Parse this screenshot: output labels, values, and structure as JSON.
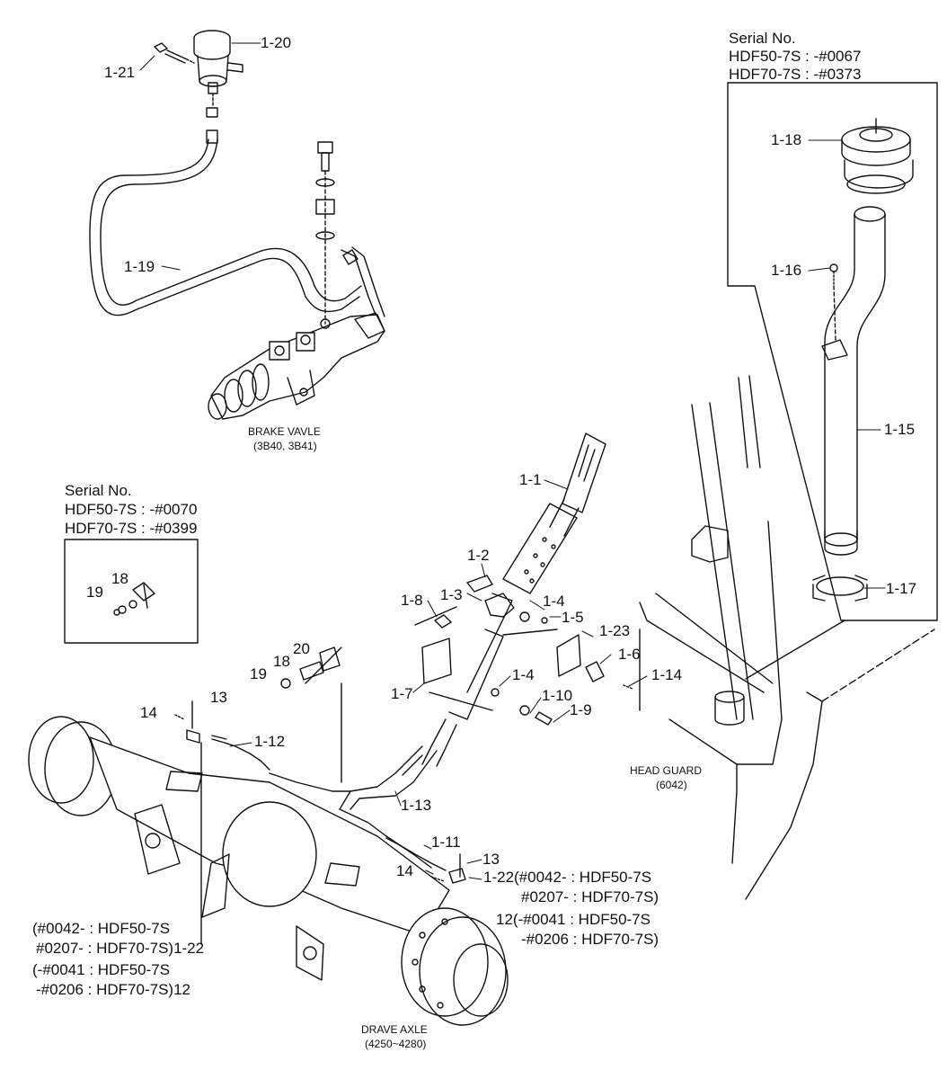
{
  "serial_blocks": {
    "top_right": {
      "title": "Serial No.",
      "line1": "HDF50-7S : -#0067",
      "line2": "HDF70-7S : -#0373"
    },
    "left": {
      "title": "Serial No.",
      "line1": "HDF50-7S : -#0070",
      "line2": "HDF70-7S : -#0399"
    }
  },
  "components": {
    "brake_valve": {
      "line1": "BRAKE VAVLE",
      "line2": "(3B40, 3B41)"
    },
    "head_guard": {
      "line1": "HEAD GUARD",
      "line2": "(6042)"
    },
    "drive_axle": {
      "line1": "DRAVE AXLE",
      "line2": "(4250~4280)"
    }
  },
  "callouts": {
    "p1_20": "1-20",
    "p1_21": "1-21",
    "p1_19": "1-19",
    "p1_18": "1-18",
    "p1_16": "1-16",
    "p1_15": "1-15",
    "p1_17": "1-17",
    "p1_1": "1-1",
    "p1_2": "1-2",
    "p1_3": "1-3",
    "p1_8": "1-8",
    "p1_4a": "1-4",
    "p1_5": "1-5",
    "p1_23": "1-23",
    "p1_6": "1-6",
    "p1_14": "1-14",
    "p1_7": "1-7",
    "p1_4b": "1-4",
    "p1_10": "1-10",
    "p1_9": "1-9",
    "p1_12": "1-12",
    "p1_13": "1-13",
    "p1_11": "1-11",
    "p20": "20",
    "p18": "18",
    "p19": "19",
    "box_p18": "18",
    "box_p19": "19",
    "p14a": "14",
    "p13a": "13",
    "p13b": "13",
    "p14b": "14"
  },
  "notes": {
    "right_a1": "1-22(#0042- : HDF50-7S",
    "right_a2": "#0207- : HDF70-7S)",
    "right_b1": "12(-#0041 : HDF50-7S",
    "right_b2": "-#0206 : HDF70-7S)",
    "left_a1": "(#0042- : HDF50-7S",
    "left_a2": "#0207- : HDF70-7S)1-22",
    "left_b1": "(-#0041 : HDF50-7S",
    "left_b2": "-#0206 : HDF70-7S)12"
  }
}
